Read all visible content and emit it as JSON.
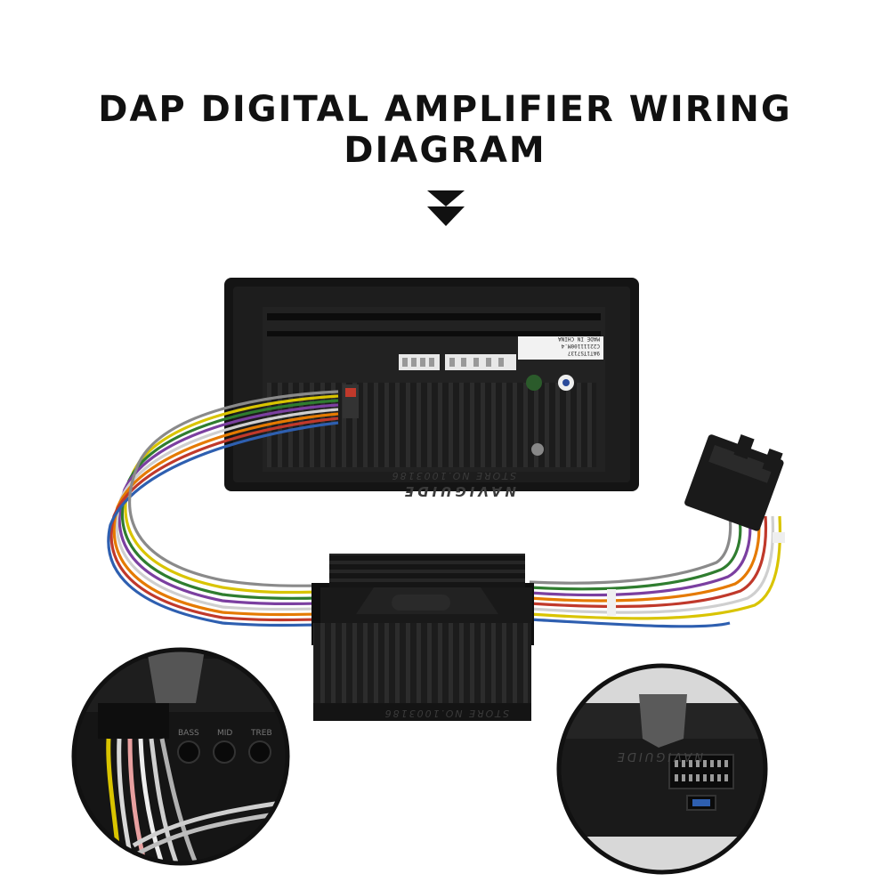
{
  "header": {
    "title": "DAP DIGITAL AMPLIFIER WIRING DIAGRAM"
  },
  "icons": {
    "down_arrow": "double-down-arrow-icon"
  },
  "photo": {
    "label_sticker": {
      "line1": "9AT1TS7137",
      "line2": "C22111100M.4",
      "line3": "MADE IN CHINA"
    },
    "watermark_brand": "NAVIGUIDE",
    "watermark_store": "STORE NO.1003186"
  },
  "inset_left": {
    "knobs": [
      "BASS",
      "MID",
      "TREB"
    ]
  },
  "colors": {
    "background": "#ffffff",
    "device": "#1a1a1a",
    "title": "#111111"
  }
}
